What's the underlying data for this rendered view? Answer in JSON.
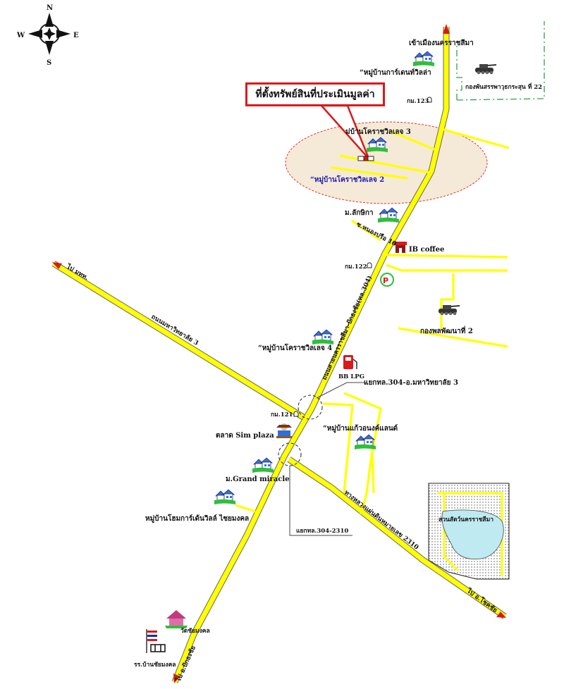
{
  "compass": {
    "n": "N",
    "s": "S",
    "e": "E",
    "w": "W"
  },
  "callout": "ที่ตั้งทรัพย์สินที่ประเมินมูลค่า",
  "places": {
    "to_city": "เข้าเมืองนครราชสีมา",
    "garden_villa": "“หมู่บ้านการ์เดนท์วิลล่า",
    "army_22": "กองพันสรรพาวุธกระสุน ที่ 22",
    "km123": "กม.123",
    "korat_villa3": "ม่บ้านโคราชวิลเลจ 3",
    "korat_villa2": "“หมู่บ้านโคราชวิลเลจ 2",
    "laksika": "ม.ลักษิกา",
    "ib_coffee": "IB coffee",
    "km122": "กม.122",
    "army_dev2": "กองพลพัฒนาที่ 2",
    "korat_villa4": "“หมู่บ้านโคราชวิลเลจ 4",
    "bb_lpg": "BB LPG",
    "junction_304_mahawit": "แยกทล.304-อ.มหาวิทยาลัย 3",
    "km121": "กม.121",
    "sim_plaza": "ตลาด Sim plaza",
    "kaew_land": "“หมู่บ้านแก้วอนงค์แลนด์",
    "grand_miracle": "ม.Grand miracle",
    "home_garden": "หมู่บ้านโฮมการ์เด้นวิลล์ ไชยมงคล",
    "junction_304_2310": "แยกทล.304-2310",
    "zoo": "สวนสัตว์นครราชสีมา",
    "wat": "วัดชัยมงคล",
    "school": "รร.บ้านชัยมงคล"
  },
  "roads": {
    "nong_prue": "ซ.หนองปรือ 10",
    "main_304": "ถนนสายนครราชสีมา-ปักธงชัย(ทล.304)",
    "mahawit": "ถนนมหาวิทยาลัย 3",
    "to_mtt": "ไป มทท.",
    "hwy_2310": "ทางหลวงแผ่นดินหมายเลข 2310",
    "to_chokchai": "ไป อ.โชคชัย",
    "to_pakthongchai": "ไป อ.ปักธงชัย"
  },
  "colors": {
    "road": "#ffff00",
    "callout_border": "#d91a1a",
    "lake": "#bfeaf2",
    "circle_fill": "#f5ead7"
  }
}
